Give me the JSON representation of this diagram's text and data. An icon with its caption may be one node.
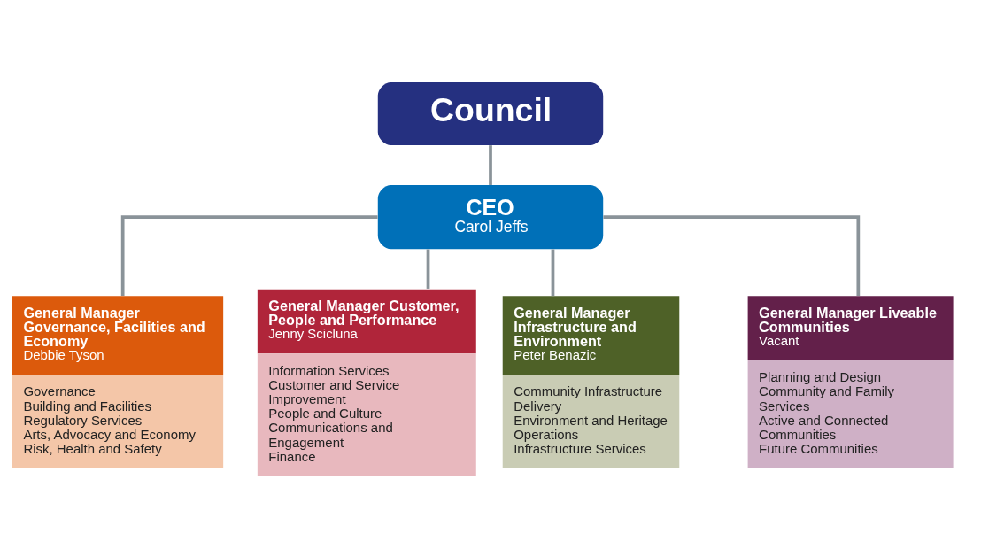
{
  "diagram": {
    "nodes": [
      {
        "text": [
          "Council"
        ]
      },
      {
        "text": [
          "CEO",
          "Carol Jeffs"
        ]
      },
      {
        "text": [
          "General Manager Governance, Facilities and Economy",
          "Debbie Tyson",
          "Governance",
          "Building and Facilities",
          "Regulatory Services",
          "Arts, Advocacy and Economy",
          "Risk, Health and Safety"
        ]
      },
      {
        "text": [
          "General Manager Customer, People and Performance",
          "Jenny Scicluna",
          "Information Services",
          "Customer and Service Improvement",
          "People and Culture",
          "Communications and Engagement",
          "Finance"
        ]
      },
      {
        "text": [
          "General Manager Infrastructure and Environment",
          "Peter Benazic",
          "Community Infrastructure Delivery",
          "Environment and Heritage",
          "Operations",
          "Infrastructure Services"
        ]
      },
      {
        "text": [
          "General Manager Liveable Communities",
          "Vacant",
          "Planning and Design",
          "Community and Family Services",
          "Active and Connected Communities",
          "Future Communities"
        ]
      }
    ],
    "edges": [
      {
        "from": 0,
        "to": 1,
        "arrow": "none"
      },
      {
        "from": 1,
        "to": 2,
        "arrow": "none"
      },
      {
        "from": 1,
        "to": 3,
        "arrow": "none"
      },
      {
        "from": 1,
        "to": 4,
        "arrow": "none"
      },
      {
        "from": 1,
        "to": 5,
        "arrow": "none"
      }
    ]
  }
}
